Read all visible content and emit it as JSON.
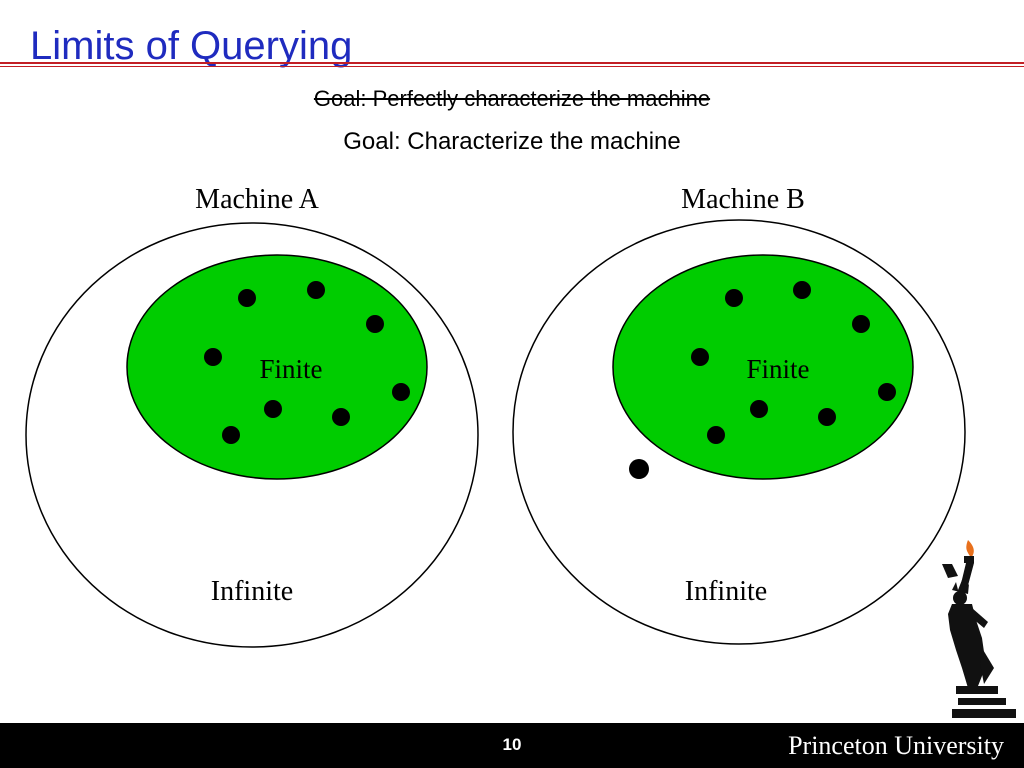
{
  "slide": {
    "title": "Limits of Querying",
    "goal_struck": "Goal: Perfectly characterize the machine",
    "goal": "Goal: Characterize the machine"
  },
  "machines": [
    {
      "name": "Machine A",
      "finite_label": "Finite",
      "infinite_label": "Infinite"
    },
    {
      "name": "Machine B",
      "finite_label": "Finite",
      "infinite_label": "Infinite"
    }
  ],
  "colors": {
    "title": "#1f2bbf",
    "rule": "#c21f24",
    "finite_fill": "#00cc00",
    "footer": "#000000"
  },
  "footer": {
    "page_number": "10",
    "university": "Princeton University"
  },
  "logo": {
    "icon": "statue-of-liberty-icon"
  }
}
